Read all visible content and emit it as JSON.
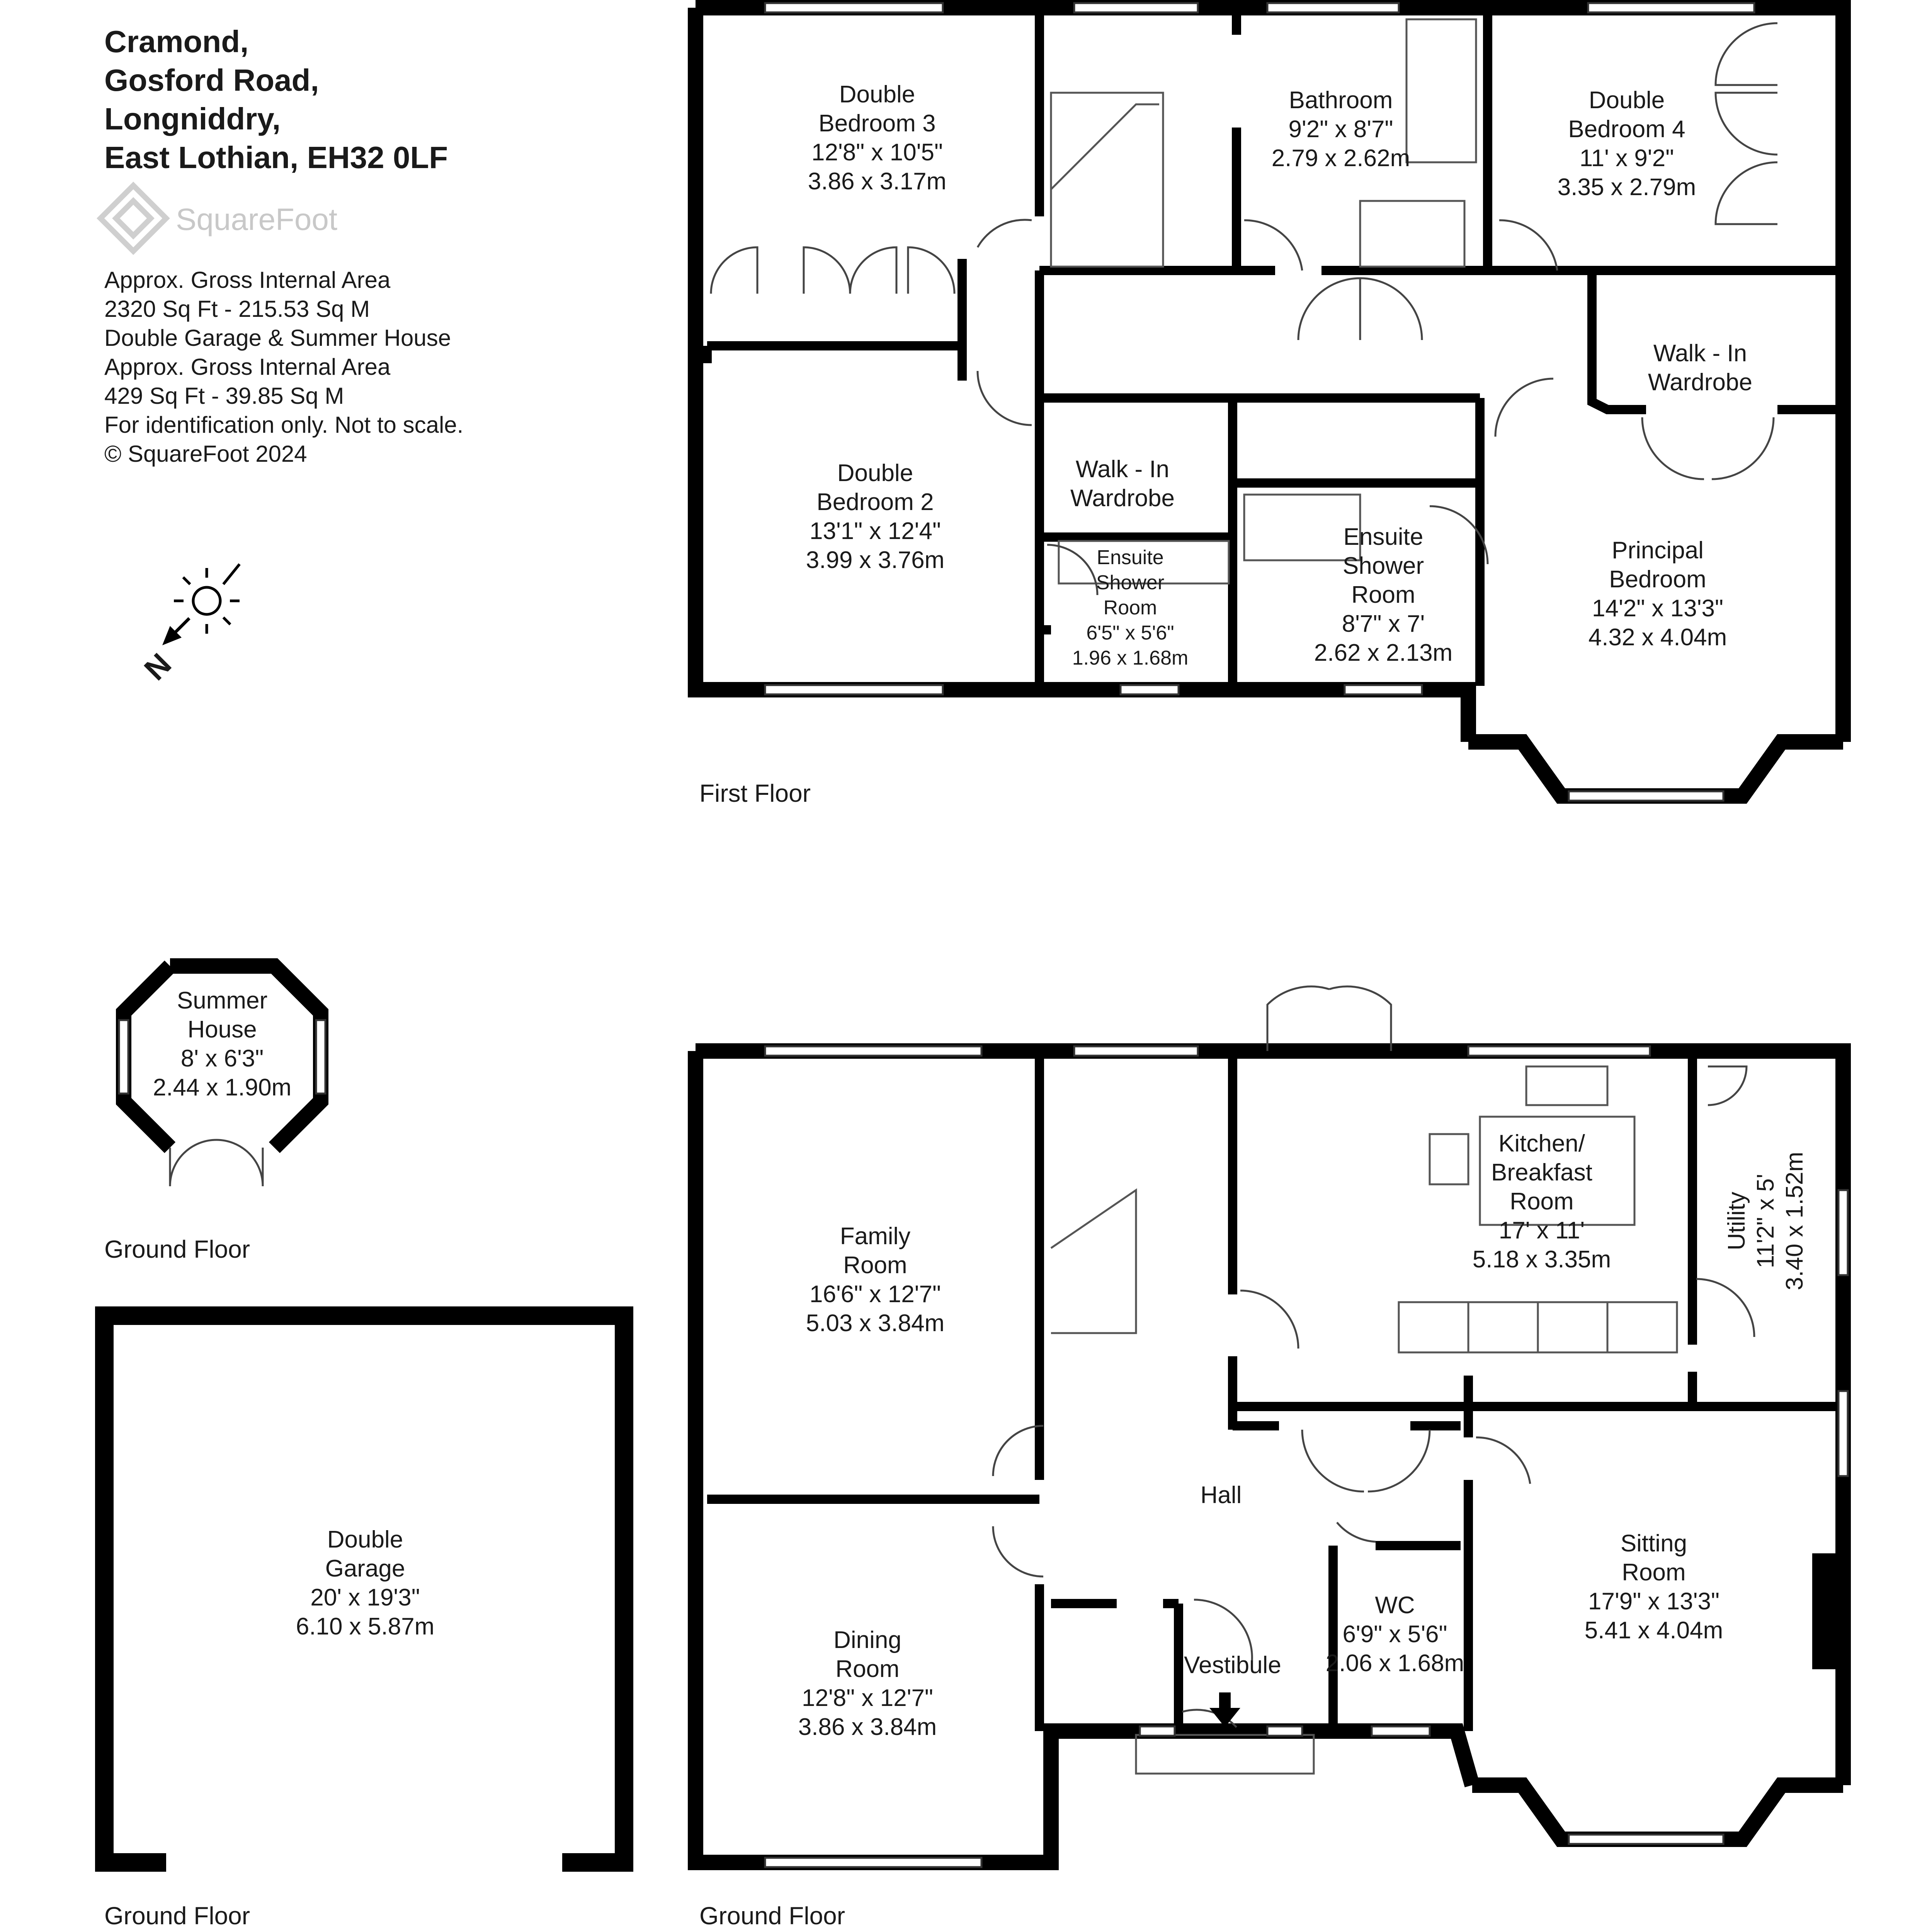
{
  "address": {
    "line1": "Cramond,",
    "line2": "Gosford Road,",
    "line3": "Longniddry,",
    "line4": "East Lothian, EH32 0LF"
  },
  "logo": {
    "text": "SquareFoot"
  },
  "area_info": {
    "line1": "Approx. Gross Internal Area",
    "line2": "2320 Sq Ft  -  215.53 Sq M",
    "line3": "Double Garage & Summer House",
    "line4": "Approx. Gross Internal Area",
    "line5": "429 Sq Ft  -  39.85 Sq M",
    "line6": "For identification only. Not to scale.",
    "line7": "© SquareFoot 2024"
  },
  "compass": {
    "label": "N",
    "icon": "sun-icon"
  },
  "floor_labels": {
    "first": "First Floor",
    "ground_summer": "Ground Floor",
    "ground_garage": "Ground Floor",
    "ground_main": "Ground Floor"
  },
  "rooms": {
    "bed3": {
      "l1": "Double",
      "l2": "Bedroom 3",
      "l3": "12'8\" x 10'5\"",
      "l4": "3.86 x 3.17m"
    },
    "bathroom": {
      "l1": "Bathroom",
      "l2": "9'2\" x 8'7\"",
      "l3": "2.79 x 2.62m"
    },
    "bed4": {
      "l1": "Double",
      "l2": "Bedroom 4",
      "l3": "11' x 9'2\"",
      "l4": "3.35 x 2.79m"
    },
    "walkin_right": {
      "l1": "Walk - In",
      "l2": "Wardrobe"
    },
    "bed2": {
      "l1": "Double",
      "l2": "Bedroom 2",
      "l3": "13'1\" x 12'4\"",
      "l4": "3.99 x 3.76m"
    },
    "walkin_mid": {
      "l1": "Walk - In",
      "l2": "Wardrobe"
    },
    "ensuite_small": {
      "l1": "Ensuite",
      "l2": "Shower",
      "l3": "Room",
      "l4": "6'5\" x 5'6\"",
      "l5": "1.96 x 1.68m"
    },
    "ensuite_big": {
      "l1": "Ensuite",
      "l2": "Shower",
      "l3": "Room",
      "l4": "8'7\" x 7'",
      "l5": "2.62 x 2.13m"
    },
    "principal": {
      "l1": "Principal",
      "l2": "Bedroom",
      "l3": "14'2\" x 13'3\"",
      "l4": "4.32 x 4.04m"
    },
    "summer": {
      "l1": "Summer",
      "l2": "House",
      "l3": "8' x 6'3\"",
      "l4": "2.44 x 1.90m"
    },
    "family": {
      "l1": "Family",
      "l2": "Room",
      "l3": "16'6\" x 12'7\"",
      "l4": "5.03 x 3.84m"
    },
    "kitchen": {
      "l1": "Kitchen/",
      "l2": "Breakfast",
      "l3": "Room",
      "l4": "17' x 11'",
      "l5": "5.18 x 3.35m"
    },
    "utility": {
      "l1": "Utility",
      "l2": "11'2\" x 5'",
      "l3": "3.40 x 1.52m"
    },
    "garage": {
      "l1": "Double",
      "l2": "Garage",
      "l3": "20' x 19'3\"",
      "l4": "6.10 x 5.87m"
    },
    "hall": {
      "l1": "Hall"
    },
    "wc": {
      "l1": "WC",
      "l2": "6'9\" x 5'6\"",
      "l3": "2.06 x 1.68m"
    },
    "sitting": {
      "l1": "Sitting",
      "l2": "Room",
      "l3": "17'9\" x 13'3\"",
      "l4": "5.41 x 4.04m"
    },
    "dining": {
      "l1": "Dining",
      "l2": "Room",
      "l3": "12'8\" x 12'7\"",
      "l4": "3.86 x 3.84m"
    },
    "vestibule": {
      "l1": "Vestibule"
    }
  }
}
